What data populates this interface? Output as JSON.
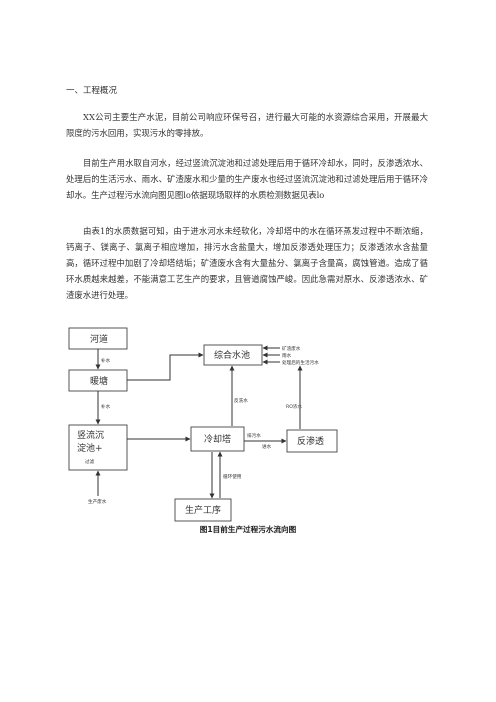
{
  "section": {
    "heading": "一、工程概况",
    "paragraphs": [
      "XX公司主要生产水泥，目前公司响应环保号召，进行最大可能的水资源综合采用，开展最大限度的污水回用，实现污水的零排放。",
      "目前生产用水取自河水，经过竖流沉淀池和过滤处理后用于循环冷却水，同时，反渗透浓水、处理后的生活污水、雨水、矿渣废水和少量的生产废水也经过竖流沉淀池和过滤处理后用于循环冷却水。生产过程污水流向图见图lo依据现场取样的水质检测数据见表lo",
      "由表1的水质数据可知，由于进水河水未经软化，冷却塔中的水在循环蒸发过程中不断浓缩，钙离子、镁离子、氯离子相应增加，排污水含盐量大，增加反渗透处理压力；反渗透浓水含盐量高，循环过程中加剧了冷却塔结垢；矿渣废水含有大量盐分、氯离子含量高，腐蚀管道。造成了循环水质越来越差，不能满意工艺生产的要求，且管道腐蚀严峻。因此急需对原水、反渗透浓水、矿渣废水进行处理。"
    ]
  },
  "diagram": {
    "river": "河道",
    "pond": "暖塘",
    "sedimentation_line1": "竖流沉",
    "sedimentation_line2": "淀池+",
    "sedimentation_line3": "过滤",
    "cooling_tower": "冷却塔",
    "pool": "综合水池",
    "ro": "反渗透",
    "production": "生产工序",
    "label_makeup_1": "补水",
    "label_makeup_2": "补水",
    "label_slag": "矿渣废水",
    "label_rain": "雨水",
    "label_domestic": "处理后的生活污水",
    "label_backwash": "反洗水",
    "label_ro_water": "RO浓水",
    "label_blowdown_1": "排污水",
    "label_blowdown_2": "进水",
    "label_recycle": "循环使用",
    "label_prod_waste": "生产废水"
  },
  "caption": "图1目前生产过程污水流向图"
}
